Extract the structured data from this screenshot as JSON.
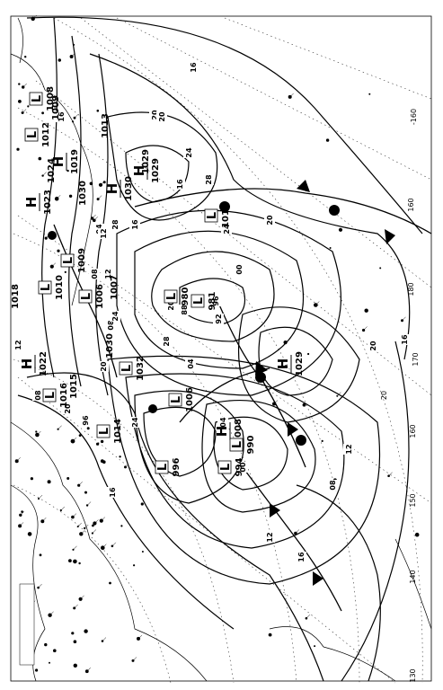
{
  "map": {
    "highs": [
      {
        "id": "h1",
        "symbol": "H",
        "pressure": "1029"
      },
      {
        "id": "h2",
        "symbol": "H",
        "pressure": "1030"
      },
      {
        "id": "h3",
        "symbol": "H",
        "pressure": "1022"
      },
      {
        "id": "h4",
        "symbol": "H",
        "pressure": "1029"
      },
      {
        "id": "h5",
        "symbol": "H",
        "pressure": "1008"
      },
      {
        "id": "h6",
        "symbol": "H",
        "pressure": "1019"
      },
      {
        "id": "h7",
        "symbol": "H",
        "pressure": "1023"
      }
    ],
    "lows": [
      {
        "id": "l1",
        "symbol": "L",
        "pressure": "981"
      },
      {
        "id": "l2",
        "symbol": "L",
        "pressure": "980"
      },
      {
        "id": "l3",
        "symbol": "L",
        "pressure": "990"
      },
      {
        "id": "l4",
        "symbol": "L",
        "pressure": "994"
      },
      {
        "id": "l5",
        "symbol": "L",
        "pressure": "996"
      },
      {
        "id": "l6",
        "symbol": "L",
        "pressure": "1006"
      },
      {
        "id": "l7",
        "symbol": "L",
        "pressure": "1014"
      },
      {
        "id": "l8",
        "symbol": "L",
        "pressure": "1016"
      },
      {
        "id": "l9",
        "symbol": "L",
        "pressure": "1009"
      },
      {
        "id": "l10",
        "symbol": "L",
        "pressure": "1011"
      },
      {
        "id": "l11",
        "symbol": "L",
        "pressure": "1006"
      },
      {
        "id": "l12",
        "symbol": "L",
        "pressure": "1010"
      },
      {
        "id": "l13",
        "symbol": "L",
        "pressure": "1012"
      },
      {
        "id": "l14",
        "symbol": "L",
        "pressure": "1008"
      },
      {
        "id": "l15",
        "symbol": "L",
        "pressure": "1032"
      }
    ],
    "pressure_labels": [
      "1013",
      "1018",
      "1009",
      "1007",
      "1030",
      "1015",
      "1029",
      "1030",
      "1024"
    ],
    "isobar_labels": [
      "16",
      "20",
      "24",
      "28",
      "12",
      "08",
      "04",
      "00",
      "96",
      "92",
      "88",
      "20",
      "16",
      "12",
      "08",
      "04",
      "00",
      "96",
      "20",
      "24",
      "16",
      "12",
      "16",
      "20",
      "28",
      "24",
      "20",
      "16",
      "12",
      "08",
      "04",
      "16",
      "20",
      "24",
      "28",
      "20",
      "16",
      "12",
      "08"
    ],
    "graticule_labels": [
      "160",
      "180",
      "170",
      "160",
      "150",
      "140",
      "130",
      "20",
      "-160"
    ],
    "stations": {
      "count": 120
    }
  }
}
